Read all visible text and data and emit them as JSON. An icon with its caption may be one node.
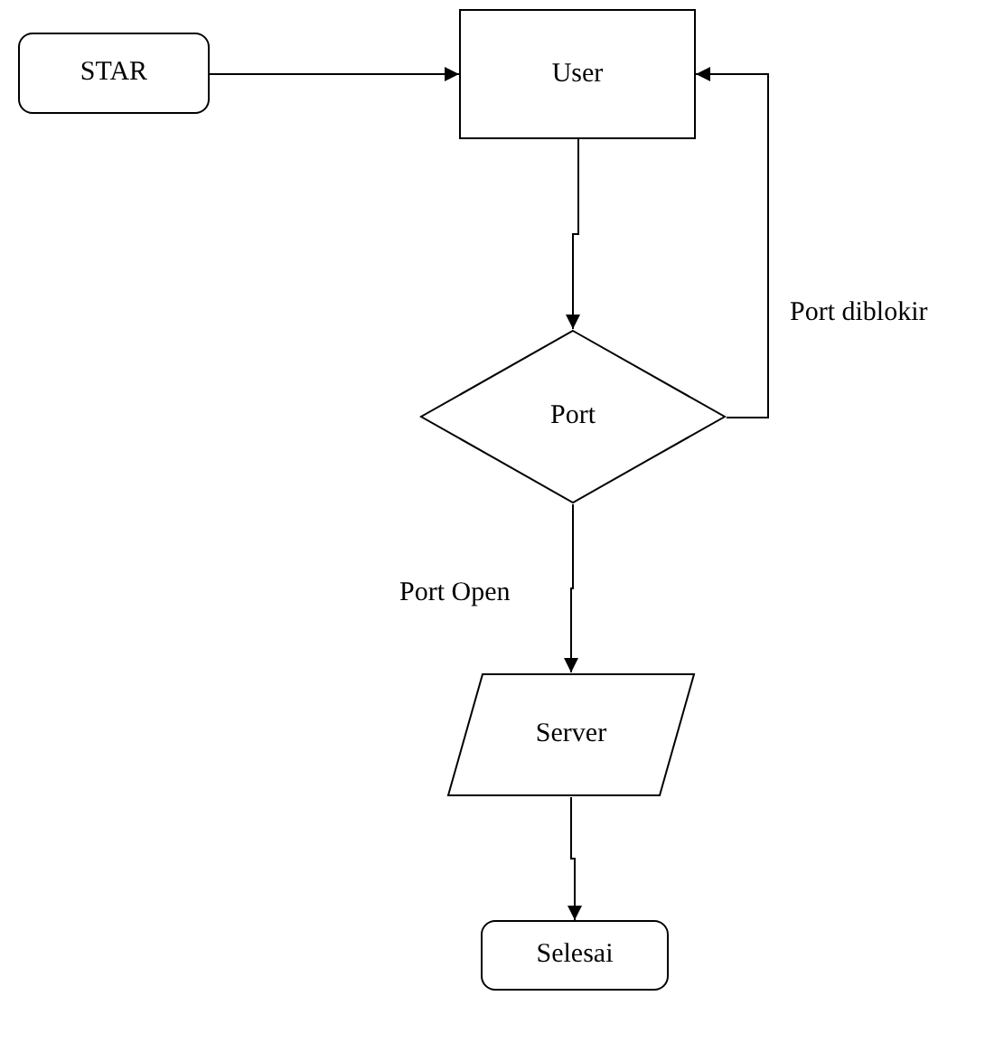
{
  "diagram": {
    "nodes": [
      {
        "text": [
          "STAR"
        ]
      },
      {
        "text": [
          "User"
        ]
      },
      {
        "text": [
          "Port"
        ]
      },
      {
        "text": [
          "Server"
        ]
      },
      {
        "text": [
          "Selesai"
        ]
      }
    ],
    "edges": [
      {
        "from": 0,
        "to": 1,
        "arrow": "to"
      },
      {
        "from": 1,
        "to": 2,
        "arrow": "to"
      },
      {
        "from": 2,
        "to": 1,
        "arrow": "to",
        "label": "Port diblokir"
      },
      {
        "from": 2,
        "to": 3,
        "arrow": "to",
        "label": "Port Open"
      },
      {
        "from": 3,
        "to": 4,
        "arrow": "to"
      }
    ]
  }
}
